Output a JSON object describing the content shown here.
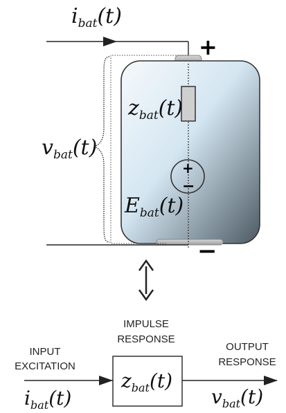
{
  "battery": {
    "current": {
      "symbol": "i",
      "subscript": "bat",
      "arg": "(t)"
    },
    "voltage": {
      "symbol": "v",
      "subscript": "bat",
      "arg": "(t)"
    },
    "impedance": {
      "symbol": "z",
      "subscript": "bat",
      "arg": "(t)"
    },
    "emf": {
      "symbol": "E",
      "subscript": "bat",
      "arg": "(t)"
    },
    "terminal_plus": "+",
    "terminal_minus": "−",
    "source_plus": "+",
    "source_minus": "−"
  },
  "block_diagram": {
    "input_label_1": "INPUT",
    "input_label_2": "EXCITATION",
    "block_title_1": "IMPULSE",
    "block_title_2": "RESPONSE",
    "output_label_1": "OUTPUT",
    "output_label_2": "RESPONSE",
    "input_signal": {
      "symbol": "i",
      "subscript": "bat",
      "arg": "(t)"
    },
    "block_function": {
      "symbol": "z",
      "subscript": "bat",
      "arg": "(t)"
    },
    "output_signal": {
      "symbol": "v",
      "subscript": "bat",
      "arg": "(t)"
    }
  },
  "colors": {
    "battery_light": "#f4f7f9",
    "battery_blue": "#cfe1ee",
    "battery_dark": "#5d6d78",
    "impedance_fill": "#cfcfcf"
  }
}
